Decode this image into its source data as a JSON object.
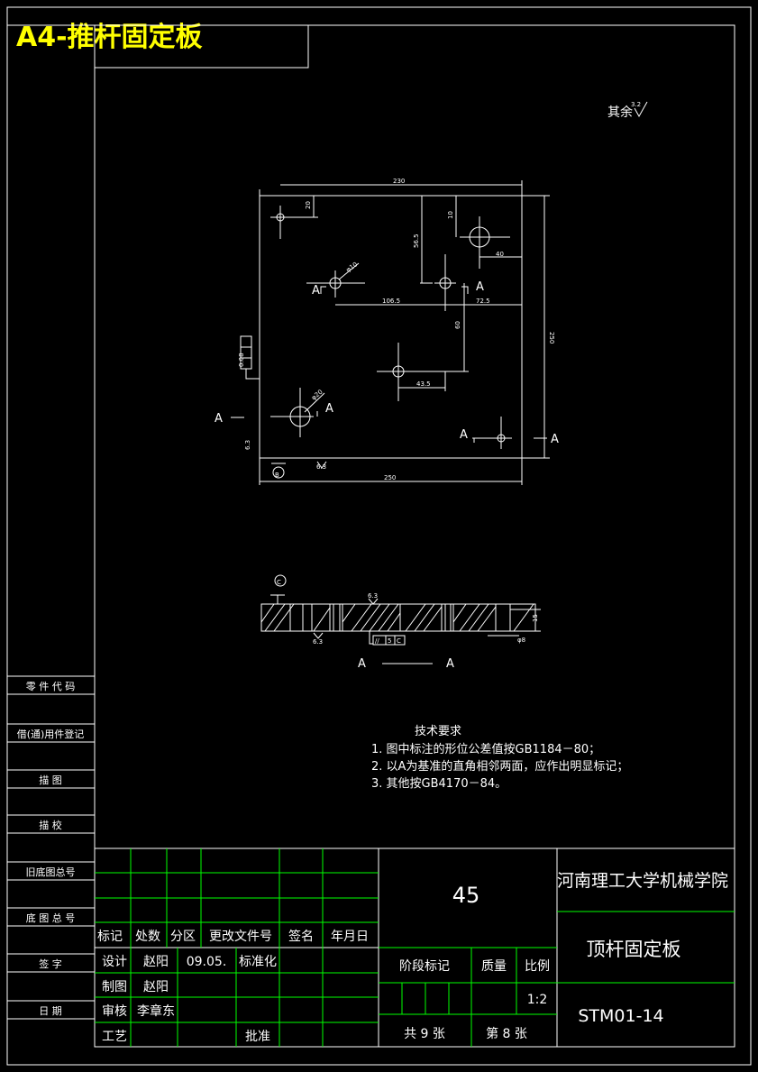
{
  "sheet": {
    "title": "A4-推杆固定板",
    "roughness_note": "其余",
    "roughness_value": "3.2"
  },
  "drawing": {
    "dims": {
      "width_top": "230",
      "height_right": "250",
      "width_bottom": "250",
      "d_20": "20",
      "d_56_5": "56.5",
      "d_10": "10",
      "d_40": "40",
      "d_106_5": "106.5",
      "d_72_5": "72.5",
      "d_60": "60",
      "d_43_5": "43.5",
      "phi10": "φ10",
      "phi20": "φ20",
      "thickness": "15",
      "phi8": "φ8",
      "surface_a": "6.3",
      "surface_b": "6.3"
    },
    "labels": {
      "a": "A",
      "datum_b": "B",
      "datum_c": "C",
      "gdt_sym": "//",
      "gdt_tol": "5",
      "gdt_ref": "C",
      "side_tol": "0.08"
    }
  },
  "tech": {
    "heading": "技术要求",
    "items": [
      "1. 图中标注的形位公差值按GB1184－80；",
      "2. 以A为基准的直角相邻两面，应作出明显标记；",
      "3. 其他按GB4170－84。"
    ]
  },
  "left_column": [
    "零 件 代 码",
    "借(通)用件登记",
    "描    图",
    "描    校",
    "旧底图总号",
    "底 图 总 号",
    "签    字",
    "日    期"
  ],
  "title_block": {
    "material": "45",
    "school": "河南理工大学机械学院",
    "part_name": "顶杆固定板",
    "drawing_no": "STM01-14",
    "hdr": [
      "标记",
      "处数",
      "分区",
      "更改文件号",
      "签名",
      "年月日"
    ],
    "design_label": "设计",
    "designer": "赵阳",
    "date": "09.05.",
    "standardize": "标准化",
    "draw_label": "制图",
    "drawer": "赵阳",
    "review_label": "审核",
    "reviewer": "李章东",
    "process_label": "工艺",
    "approve_label": "批准",
    "stage_label": "阶段标记",
    "mass_label": "质量",
    "scale_label": "比例",
    "scale": "1:2",
    "sheets_total": "共 9 张",
    "sheet_no": "第 8 张"
  }
}
